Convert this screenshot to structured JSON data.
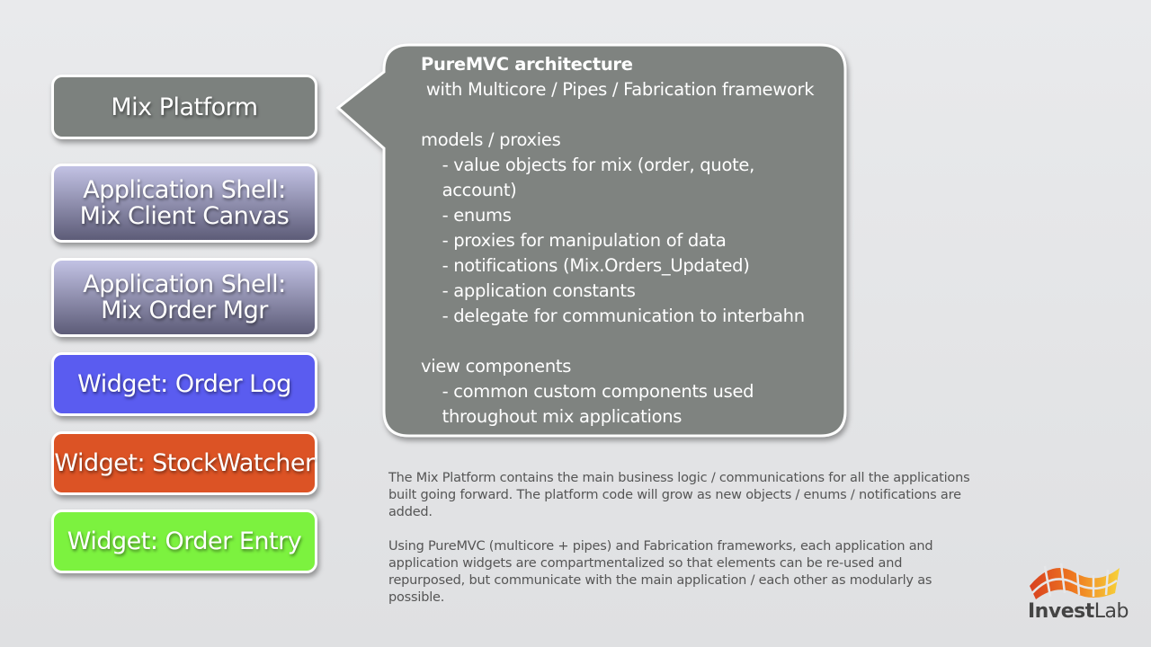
{
  "boxes": [
    {
      "lines": [
        "Mix Platform"
      ]
    },
    {
      "lines": [
        "Application Shell:",
        "Mix Client Canvas"
      ]
    },
    {
      "lines": [
        "Application Shell:",
        "Mix Order Mgr"
      ]
    },
    {
      "lines": [
        "Widget: Order Log"
      ]
    },
    {
      "lines": [
        "Widget: StockWatcher"
      ]
    },
    {
      "lines": [
        "Widget: Order Entry"
      ]
    }
  ],
  "callout": {
    "title": "PureMVC architecture",
    "lines": [
      " with Multicore / Pipes / Fabrication framework",
      " ",
      "models / proxies",
      "    - value objects for mix (order, quote,",
      "    account)",
      "    - enums",
      "    - proxies for manipulation of data",
      "    - notifications (Mix.Orders_Updated)",
      "    - application constants",
      "    - delegate for communication to interbahn",
      " ",
      "view components",
      "    - common custom components used",
      "    throughout mix applications"
    ]
  },
  "notes": [
    "The Mix Platform contains the main business logic / communications for all the applications built going forward. The platform code will grow as new objects / enums / notifications are added.",
    "Using PureMVC (multicore + pipes) and Fabrication frameworks, each application and application widgets are compartmentalized so that elements can be re-used and repurposed, but communicate with the main application / each other as modularly as possible."
  ],
  "logo": {
    "bold": "Invest",
    "light": "Lab"
  }
}
